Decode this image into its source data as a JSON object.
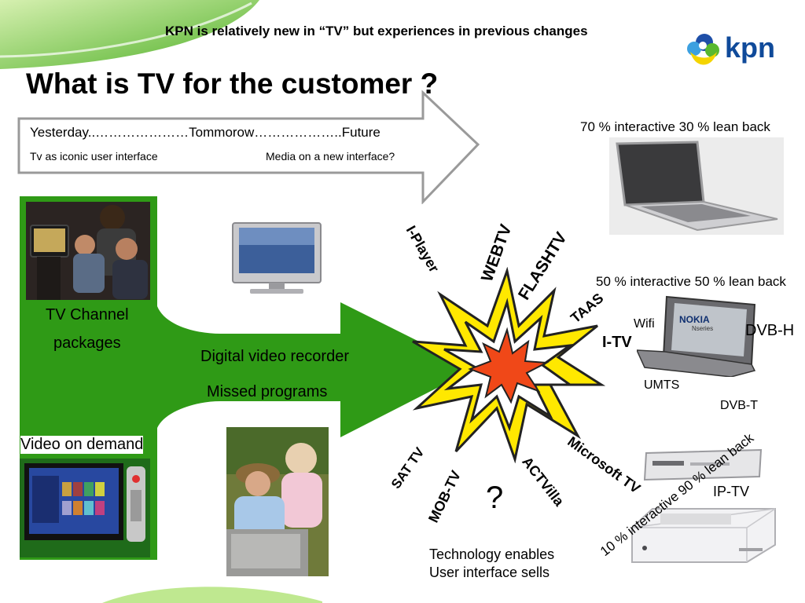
{
  "header": {
    "subtitle": "KPN is relatively new in “TV”  but experiences in previous changes",
    "title": "What is TV for the customer ?",
    "logo_text": "kpn"
  },
  "arrow": {
    "line1": "Yesterday..…………………Tommorow………………..Future",
    "line2_left": "Tv as iconic user interface",
    "line2_right": "Media on a new interface?"
  },
  "left": {
    "tv_channel": "TV Channel",
    "packages": "packages",
    "dvr": "Digital video recorder",
    "missed": "Missed programs",
    "vod": "Video on demand"
  },
  "burst_labels": {
    "iplayer": "I-Player",
    "webtv": "WEBTV",
    "flashtv": "FLASHTV",
    "taas": "TAAS",
    "itv": "I-TV",
    "sattv": "SAT TV",
    "mobtv": "MOB-TV",
    "actvilla": "ACTVilla",
    "microsofttv": "Microsoft TV"
  },
  "question": "?",
  "tagline": {
    "line1": "Technology enables",
    "line2": "User interface sells"
  },
  "right": {
    "interactive70": "70 % interactive 30 % lean back",
    "interactive50": "50 % interactive 50 % lean back",
    "wifi": "Wifi",
    "dvbh": "DVB-H",
    "umts": "UMTS",
    "dvbt": "DVB-T",
    "iptv": "IP-TV",
    "interactive10": "10 % interactive 90 % lean back",
    "phone_brand": "NOKIA",
    "phone_series": "Nseries"
  },
  "colors": {
    "green": "#2f9a16",
    "green_light": "#8fd060",
    "burst_yellow": "#ffe800",
    "burst_orange": "#f04818",
    "kpn_blue": "#0f4a9a",
    "kpn_green": "#4cb034"
  }
}
